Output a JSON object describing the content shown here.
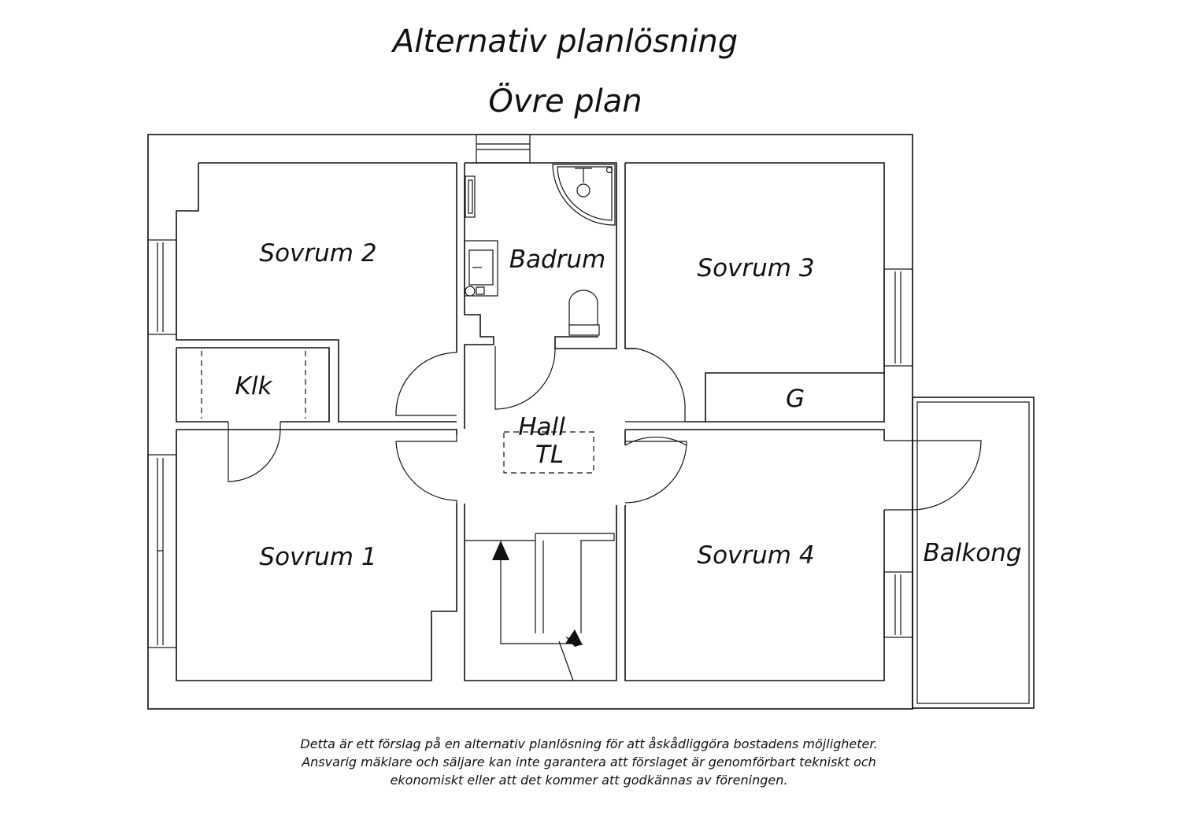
{
  "title": "Alternativ planlösning",
  "subtitle": "Övre plan",
  "rooms": {
    "sovrum2": "Sovrum 2",
    "badrum": "Badrum",
    "sovrum3": "Sovrum 3",
    "klk": "Klk",
    "g": "G",
    "hall": "Hall",
    "tl": "TL",
    "sovrum1": "Sovrum 1",
    "sovrum4": "Sovrum 4",
    "balkong": "Balkong"
  },
  "disclaimer": {
    "line1": "Detta är ett förslag på en alternativ planlösning för att åskådliggöra bostadens möjligheter.",
    "line2": "Ansvarig mäklare och säljare kan inte garantera att förslaget är genomförbart tekniskt och",
    "line3": "ekonomiskt eller att det kommer att godkännas av föreningen."
  }
}
